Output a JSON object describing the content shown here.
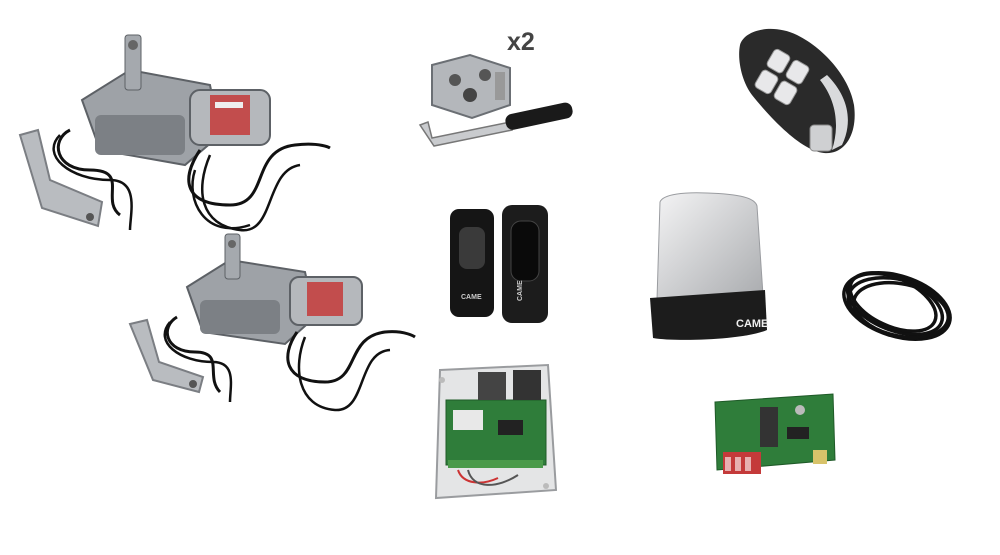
{
  "release_kit": {
    "quantity_label": "x2"
  },
  "photocells": {
    "brand_left": "CAME",
    "brand_right": "CAME"
  },
  "flashing_light": {
    "brand": "CAME"
  },
  "colors": {
    "background": "#ffffff",
    "metal": "#8e9297",
    "motor_red": "#c43a3a",
    "black": "#1a1a1a",
    "pcb_green": "#2f7d3a"
  }
}
